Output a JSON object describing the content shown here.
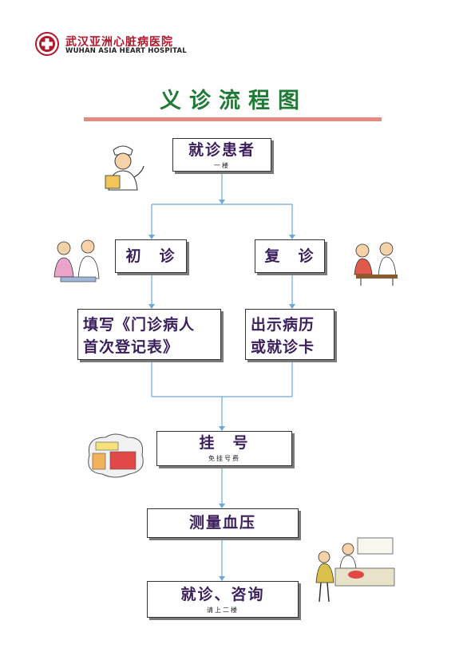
{
  "header": {
    "hospital_name_cn": "武汉亚洲心脏病医院",
    "hospital_name_en": "WUHAN ASIA HEART HOSPITAL"
  },
  "title": "义诊流程图",
  "steps": {
    "patient": {
      "label": "就诊患者",
      "note": "一楼"
    },
    "first_visit": {
      "label": "初　诊"
    },
    "return_visit": {
      "label": "复　诊"
    },
    "fill_form": {
      "line1": "填写《门诊病人",
      "line2": "首次登记表》"
    },
    "show_card": {
      "line1": "出示病历",
      "line2": "或就诊卡"
    },
    "register": {
      "label": "挂　号",
      "note": "免挂号费"
    },
    "blood_pressure": {
      "label": "测量血压"
    },
    "consult": {
      "label": "就诊、咨询",
      "note": "请上二楼"
    }
  },
  "colors": {
    "title": "#1f7a35",
    "rule": "#e58a80",
    "connector": "#6fa8d6",
    "box_text": "#3a1f5c",
    "logo": "#b2182b"
  },
  "icons": [
    "hospital-logo-icon",
    "nurse-clipart-icon",
    "consultation-clipart-icon",
    "doctor-patient-clipart-icon",
    "registration-cards-clipart-icon",
    "triage-desk-clipart-icon"
  ]
}
